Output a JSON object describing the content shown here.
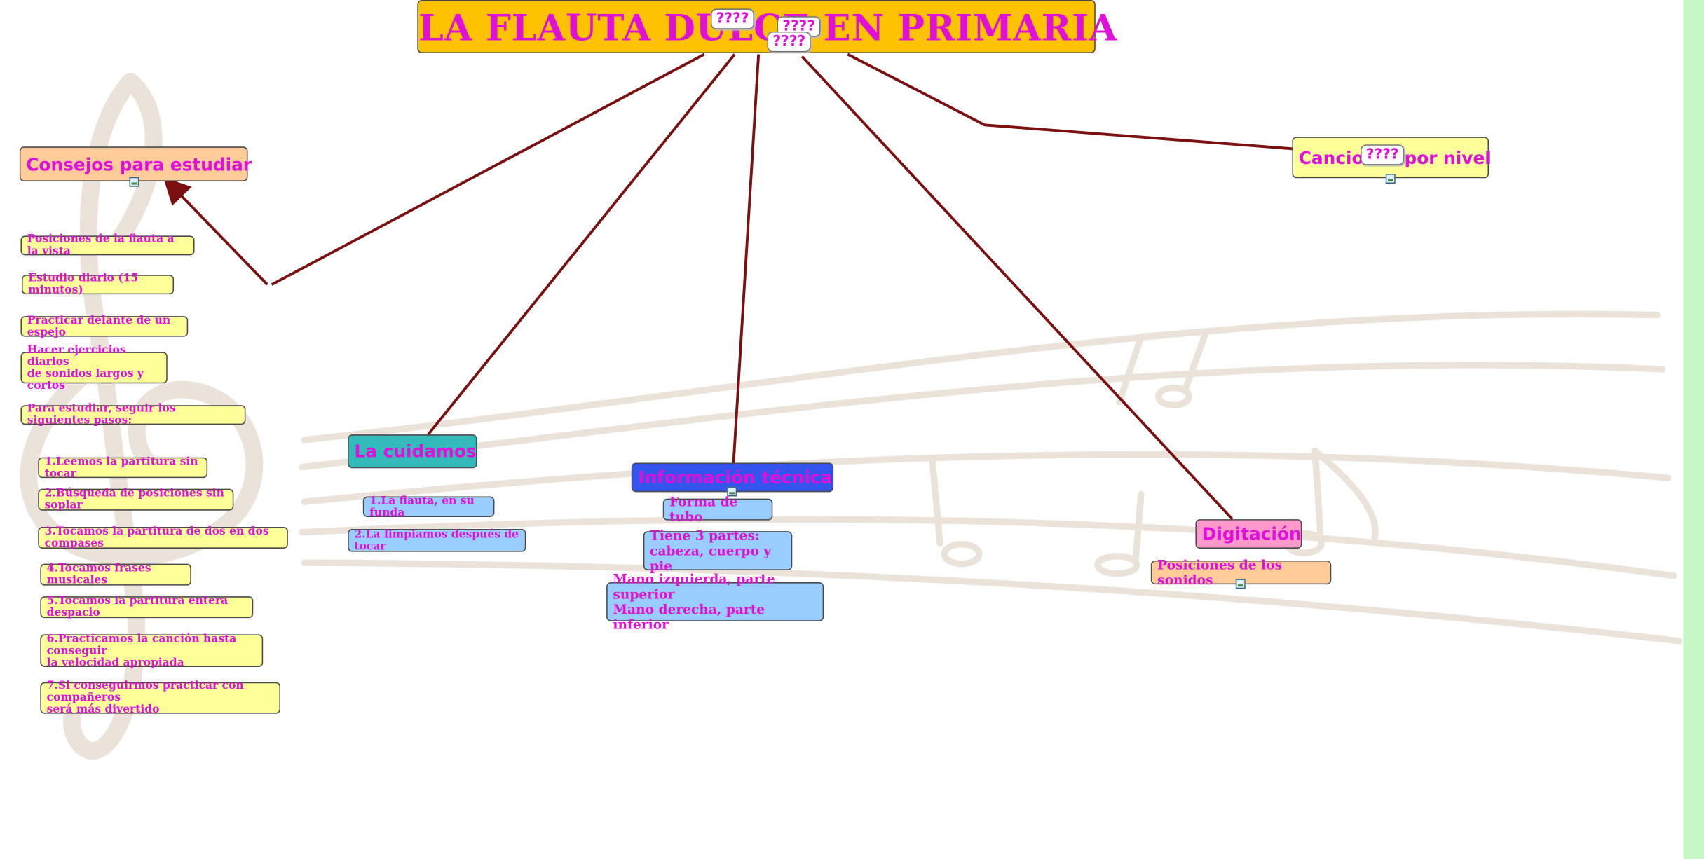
{
  "map": {
    "title": "LA FLAUTA DULCE EN PRIMARIA",
    "overlay_marks": [
      "????",
      "????",
      "????",
      "????"
    ],
    "main_topics": {
      "consejos": "Consejos para estudiar",
      "canciones": "Canciones por nivel",
      "cuidamos": "La cuidamos",
      "informacion": "Información técnica",
      "digitacion": "Digitación"
    },
    "consejos_items": [
      "Posiciones de la flauta a la vista",
      "Estudio diario (15 minutos)",
      "Practicar delante de un espejo",
      "Hacer ejercicios diarios\nde sonidos largos y cortos",
      "Para estudiar, seguir los siguientes pasos:"
    ],
    "pasos": [
      "1.Leemos la partitura sin tocar",
      "2.Búsqueda de posiciones sin soplar",
      "3.Tocamos la partitura de dos en dos compases",
      "4.Tocamos frases musicales",
      "5.Tocamos la partitura entera despacio",
      "6.Practicamos la canción hasta conseguir\nla velocidad apropiada",
      "7.Si conseguirmos practicar con compañeros\nserá más divertido"
    ],
    "cuidamos_items": [
      "1.La flauta, en su funda",
      "2.La limpiamos después de tocar"
    ],
    "informacion_items": [
      "Forma de tubo",
      "Tiene 3 partes:\n cabeza, cuerpo y pie",
      "Mano izquierda, parte superior\nMano derecha,  parte inferior"
    ],
    "digitacion_items": [
      "Posiciones de los sonidos"
    ]
  },
  "colors": {
    "title_bg": "#ffc200",
    "text": "#e010d8",
    "link": "#7a1010",
    "consejos_bg": "#ffcc99",
    "canciones_bg": "#ffff99",
    "cuidamos_bg": "#33bbbb",
    "informacion_bg": "#3355ee",
    "digitacion_bg": "#ff99cc",
    "leaf_yellow": "#ffff99",
    "leaf_blue": "#99ccff",
    "leaf_orange": "#ffcc99",
    "scrollbar": "#c6f7c6"
  },
  "icons": [
    "attachment-icon"
  ]
}
